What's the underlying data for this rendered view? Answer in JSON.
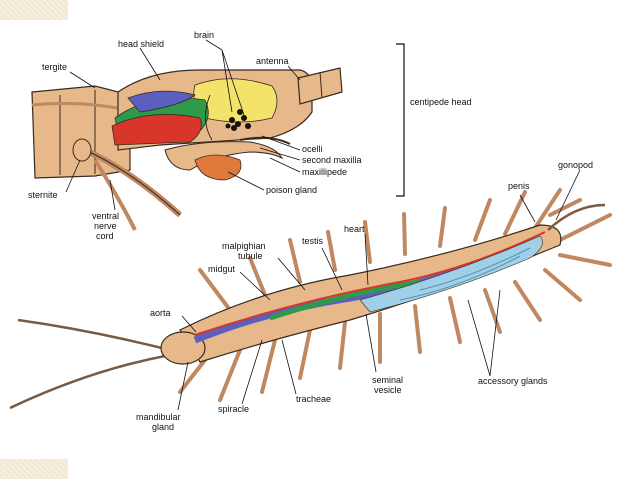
{
  "labels": {
    "brain": "brain",
    "head_shield": "head shield",
    "tergite": "tergite",
    "antenna": "antenna",
    "centipede_head": "centipede head",
    "ocelli": "ocelli",
    "second_maxilla": "second maxilla",
    "maxillipede": "maxillipede",
    "poison_gland": "poison gland",
    "sternite": "sternite",
    "ventral_nerve_cord": [
      "ventral",
      "nerve",
      "cord"
    ],
    "gonopod": "gonopod",
    "penis": "penis",
    "heart": "heart",
    "testis": "testis",
    "malpighian_tubule": [
      "malpighian",
      "tubule"
    ],
    "midgut": "midgut",
    "aorta": "aorta",
    "mandibular_gland": [
      "mandibular",
      "gland"
    ],
    "spiracle": "spiracle",
    "tracheae": "tracheae",
    "seminal_vesicle": [
      "seminal",
      "vesicle"
    ],
    "accessory_glands": "accessory glands"
  },
  "colors": {
    "body": "#e6b88a",
    "body_dark": "#c08860",
    "outline": "#3a2a20",
    "red_organ": "#d8362a",
    "green_organ": "#2e9a4a",
    "blue_organ": "#5a5fc0",
    "yellow_brain": "#f3e36a",
    "orange_gland": "#e07a3a",
    "vesicle_blue": "#9fd0e8",
    "corner": "#f2e8cf"
  }
}
